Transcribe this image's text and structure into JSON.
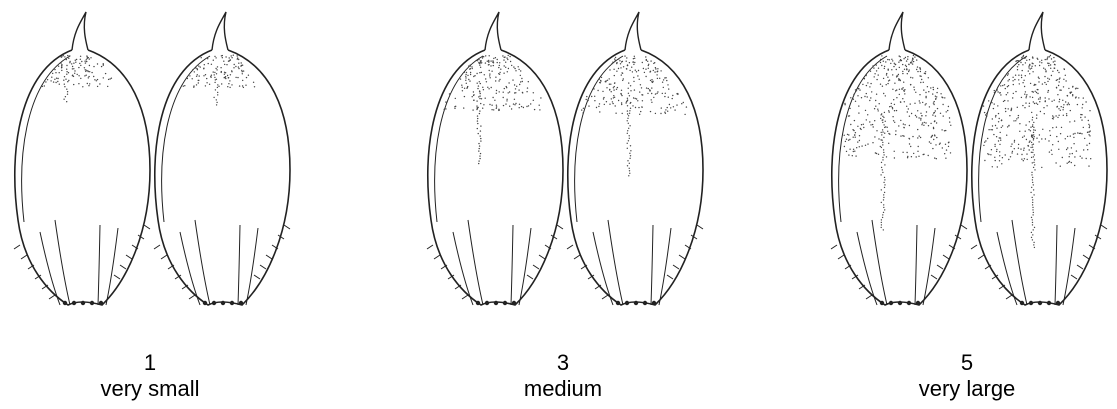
{
  "colors": {
    "outline": "#222222",
    "stipple": "#444444",
    "background": "#ffffff"
  },
  "panels": [
    {
      "number": "1",
      "label": "very small",
      "spot_extent": 0.04,
      "streak_extent": 0.16
    },
    {
      "number": "3",
      "label": "medium",
      "spot_extent": 0.12,
      "streak_extent": 0.38
    },
    {
      "number": "5",
      "label": "very large",
      "spot_extent": 0.28,
      "streak_extent": 0.55
    }
  ]
}
